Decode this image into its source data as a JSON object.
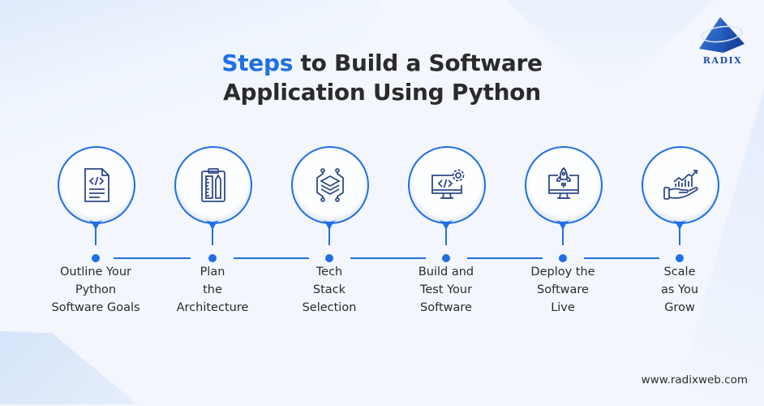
{
  "title": {
    "accent": "Steps",
    "line1_rest": " to Build a Software",
    "line2": "Application Using Python"
  },
  "brand": {
    "logo_text": "RADIX",
    "url": "www.radixweb.com"
  },
  "colors": {
    "accent": "#1f6fe5",
    "icon_stroke": "#2f4a8a",
    "text": "#2a2a2a",
    "background": "#f3f7fd"
  },
  "steps": [
    {
      "icon": "code-document-icon",
      "lines": [
        "Outline Your",
        "Python",
        "Software Goals"
      ]
    },
    {
      "icon": "clipboard-ruler-pencil-icon",
      "lines": [
        "Plan",
        "the",
        "Architecture"
      ]
    },
    {
      "icon": "layered-stack-circuit-icon",
      "lines": [
        "Tech",
        "Stack",
        "Selection"
      ]
    },
    {
      "icon": "monitor-code-gear-icon",
      "lines": [
        "Build and",
        "Test Your",
        "Software"
      ]
    },
    {
      "icon": "monitor-rocket-icon",
      "lines": [
        "Deploy the",
        "Software",
        "Live"
      ]
    },
    {
      "icon": "hand-growth-chart-icon",
      "lines": [
        "Scale",
        "as You",
        "Grow"
      ]
    }
  ]
}
